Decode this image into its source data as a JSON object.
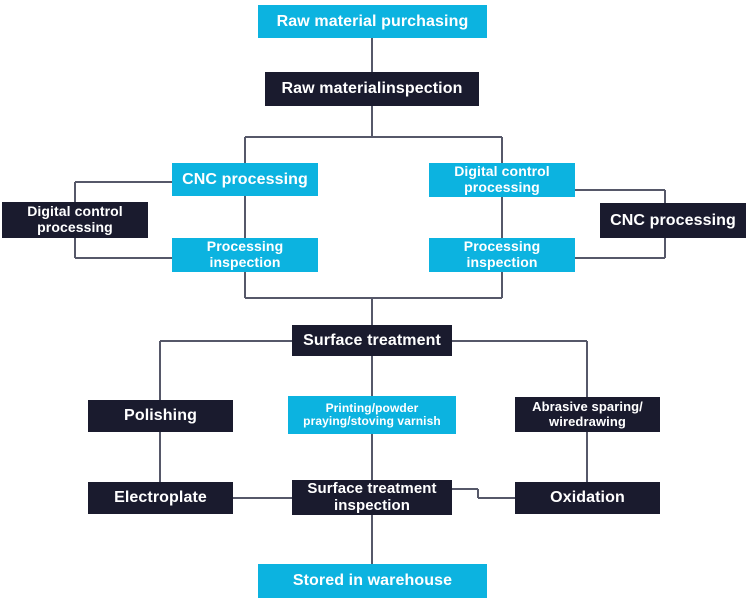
{
  "diagram": {
    "title": "Manufacturing process flowchart",
    "colors": {
      "accent_cyan": "#0CB3E0",
      "dark_navy": "#1A1B2E",
      "connector_gray": "#565869",
      "background": "#FFFFFF",
      "text": "#FFFFFF"
    },
    "nodes": {
      "raw_material_purchasing": "Raw material purchasing",
      "raw_material_inspection": "Raw materialinspection",
      "cnc_processing_left": "CNC processing",
      "digital_control_processing_left": "Digital control\nprocessing",
      "processing_inspection_left": "Processing\ninspection",
      "digital_control_processing_right": "Digital control\nprocessing",
      "cnc_processing_right": "CNC processing",
      "processing_inspection_right": "Processing\ninspection",
      "surface_treatment": "Surface treatment",
      "polishing": "Polishing",
      "printing_powder": "Printing/powder\npraying/stoving varnish",
      "abrasive_sparing": "Abrasive sparing/\nwiredrawing",
      "electroplate": "Electroplate",
      "surface_treatment_inspection": "Surface treatment\ninspection",
      "oxidation": "Oxidation",
      "stored_in_warehouse": "Stored in warehouse"
    }
  }
}
